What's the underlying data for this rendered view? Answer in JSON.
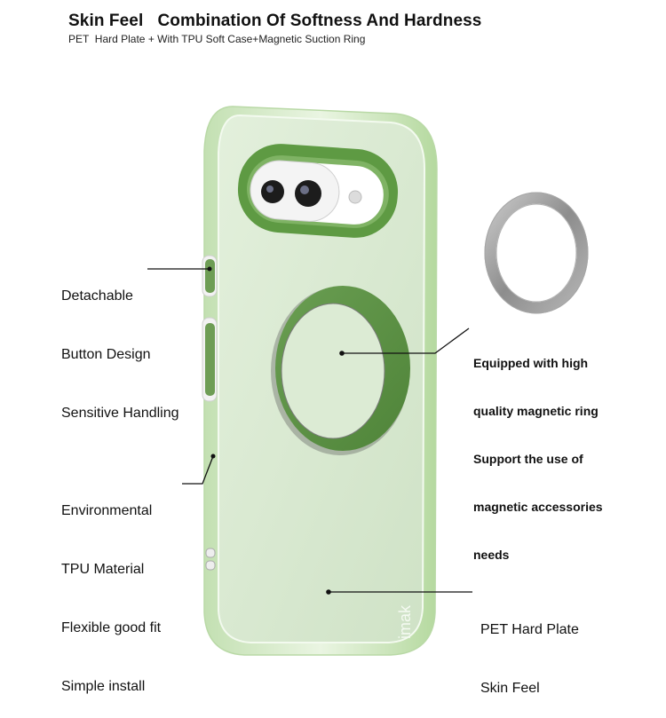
{
  "header": {
    "title": "Skin Feel   Combination Of Softness And Hardness",
    "subtitle": "PET  Hard Plate + With TPU Soft Case+Magnetic Suction Ring"
  },
  "product": {
    "brand_mark": "imak",
    "case_color": "#d9ead3",
    "accent_color": "#5e9447",
    "ring_color": "#9a9a9a"
  },
  "callouts": {
    "button": {
      "lines": [
        "Detachable",
        "Button Design",
        "Sensitive Handling"
      ]
    },
    "magnetic": {
      "lines": [
        "Equipped with high",
        "quality magnetic ring",
        "Support the use of",
        "magnetic accessories",
        "needs"
      ]
    },
    "tpu": {
      "lines": [
        "Environmental",
        "TPU Material",
        "Flexible good fit",
        "Simple install"
      ]
    },
    "pet": {
      "lines": [
        "PET Hard Plate",
        "Skin Feel"
      ]
    }
  },
  "icons": {
    "magnetic_ring": "magnetic-ring-icon"
  }
}
